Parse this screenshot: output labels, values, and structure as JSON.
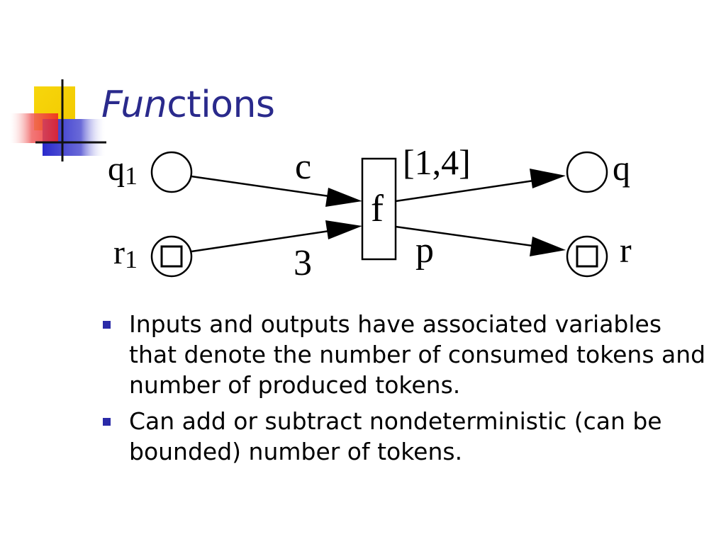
{
  "slide": {
    "title_italic": "Fun",
    "title_rest": "ctions"
  },
  "diagram": {
    "inputs": [
      {
        "label": "q",
        "sub": "1",
        "shape": "circle",
        "edge_label": "c"
      },
      {
        "label": "r",
        "sub": "1",
        "shape": "circle-with-square",
        "edge_label": "3"
      }
    ],
    "function": {
      "label": "f"
    },
    "outputs": [
      {
        "label": "q",
        "shape": "circle",
        "edge_label": "[1,4]"
      },
      {
        "label": "r",
        "shape": "circle-with-square",
        "edge_label": "p"
      }
    ]
  },
  "bullets": [
    "Inputs and outputs have associated variables that denote the number of consumed tokens and number of produced tokens.",
    "Can add or subtract nondeterministic (can be bounded) number of tokens."
  ],
  "colors": {
    "title": "#2a2a8c",
    "bullet_marker": "#2a2aa8",
    "accent_yellow": "#f5d40a",
    "accent_red": "#ee2a2a",
    "accent_blue": "#2a2acc"
  }
}
